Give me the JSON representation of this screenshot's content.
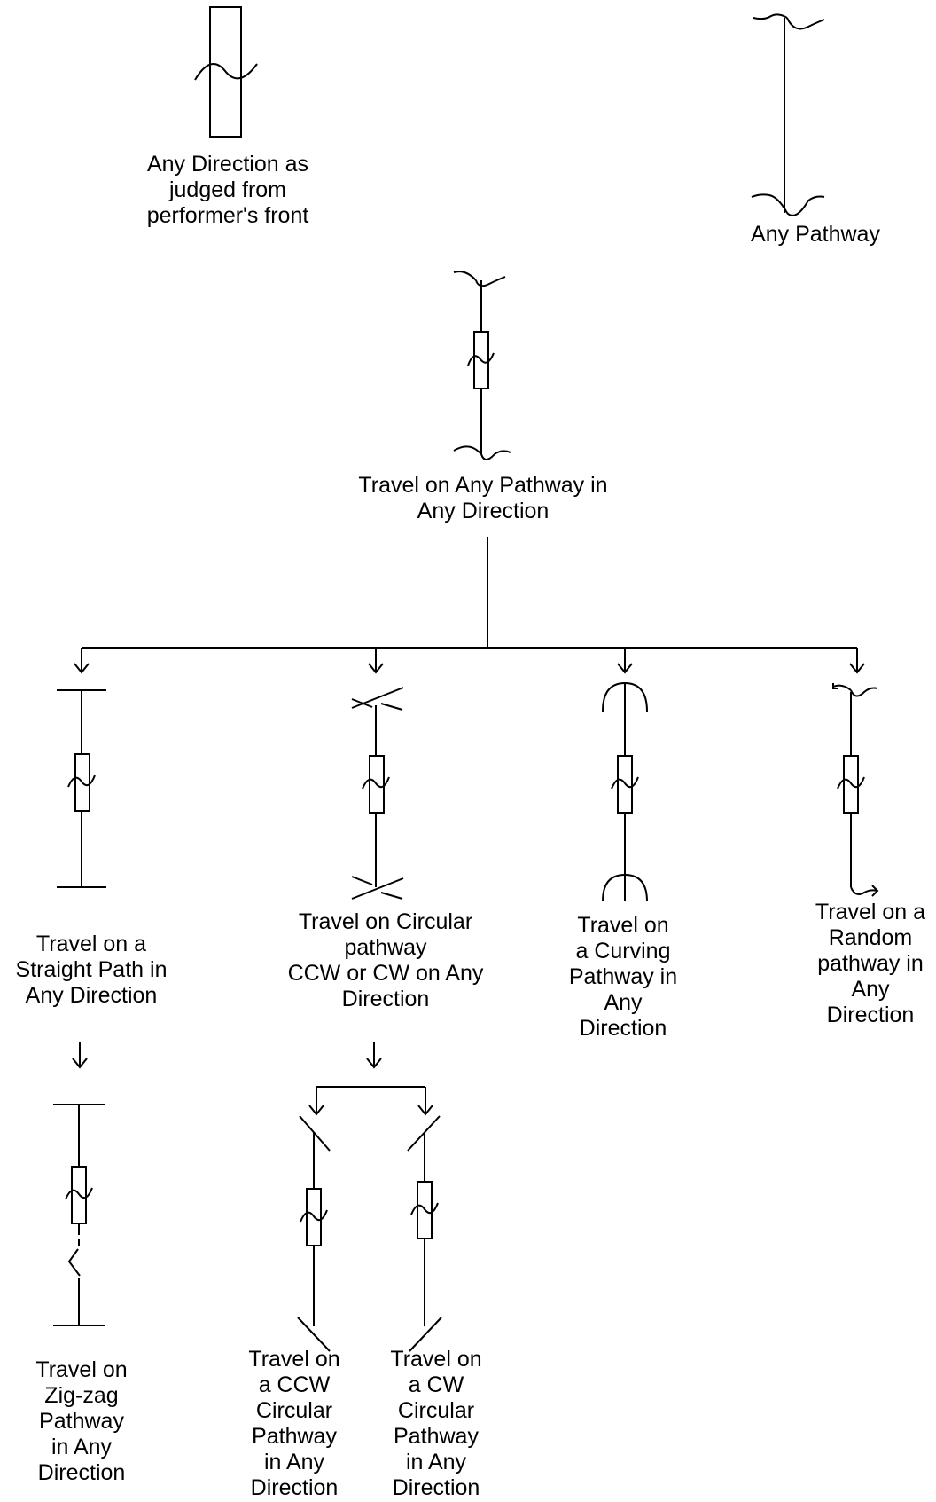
{
  "labels": {
    "any_direction": [
      "Any Direction as",
      "judged from",
      "performer's front"
    ],
    "any_pathway": [
      "Any Pathway"
    ],
    "travel_any": [
      "Travel on Any Pathway in",
      "Any Direction"
    ],
    "straight": [
      "Travel on a",
      "Straight Path in",
      "Any Direction"
    ],
    "circular": [
      "Travel on Circular",
      "pathway",
      "CCW or CW on Any",
      "Direction"
    ],
    "curving": [
      "Travel on",
      "a Curving",
      "Pathway in",
      "Any",
      "Direction"
    ],
    "random": [
      "Travel on a",
      "Random",
      "pathway in",
      "Any",
      "Direction"
    ],
    "zigzag": [
      "Travel on",
      "Zig-zag",
      "Pathway",
      "in Any",
      "Direction"
    ],
    "ccw": [
      "Travel on",
      "a CCW",
      "Circular",
      "Pathway",
      "in Any",
      "Direction"
    ],
    "cw": [
      "Travel on",
      "a CW",
      "Circular",
      "Pathway",
      "in Any",
      "Direction"
    ]
  }
}
